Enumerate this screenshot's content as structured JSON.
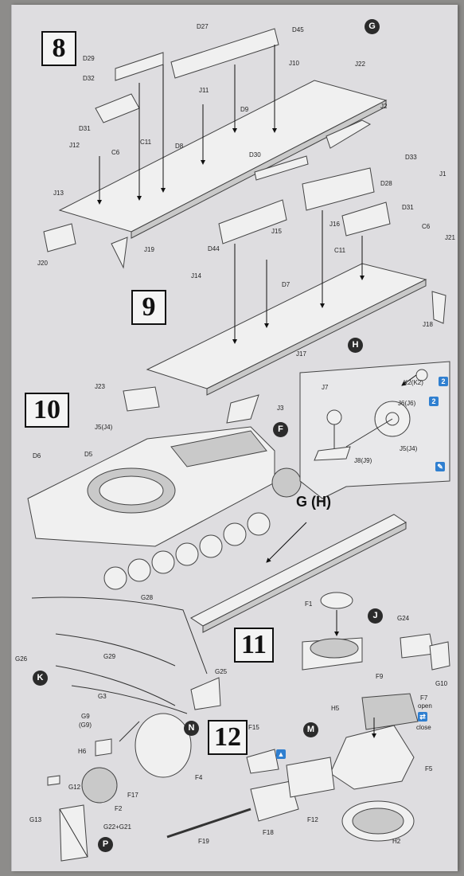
{
  "steps": {
    "s8": "8",
    "s9": "9",
    "s10": "10",
    "s11": "11",
    "s12": "12"
  },
  "circles": {
    "G": "G",
    "H": "H",
    "F": "F",
    "J": "J",
    "K": "K",
    "N": "N",
    "M": "M",
    "P": "P"
  },
  "gh_label": "G (H)",
  "x2a": "2",
  "x2b": "2",
  "open_label": "open",
  "close_label": "close",
  "labels": {
    "D27": "D27",
    "D45": "D45",
    "D29": "D29",
    "D32": "D32",
    "J10": "J10",
    "J22": "J22",
    "J11": "J11",
    "D9": "D9",
    "J2": "J2",
    "D31a": "D31",
    "D8": "D8",
    "C11a": "C11",
    "J12": "J12",
    "C6a": "C6",
    "D30": "D30",
    "D33": "D33",
    "J1": "J1",
    "D28": "D28",
    "J13": "J13",
    "D31b": "D31",
    "J16": "J16",
    "C6b": "C6",
    "D44": "D44",
    "J15": "J15",
    "J19": "J19",
    "J20": "J20",
    "C11b": "C11",
    "J21": "J21",
    "J14": "J14",
    "D7": "D7",
    "J18": "J18",
    "J17": "J17",
    "J23": "J23",
    "J3": "J3",
    "J7": "J7",
    "K2": "K2(K2)",
    "J6": "J6(J6)",
    "J5H": "J5(J4)",
    "J8": "J8(J9)",
    "J5": "J5(J4)",
    "D6": "D6",
    "D5": "D5",
    "G28": "G28",
    "F1": "F1",
    "G24": "G24",
    "G26": "G26",
    "G29": "G29",
    "F9": "F9",
    "G10": "G10",
    "G25": "G25",
    "G3": "G3",
    "G9": "G9",
    "G9b": "(G9)",
    "H5": "H5",
    "F7": "F7",
    "F15": "F15",
    "H6": "H6",
    "F4": "F4",
    "F5": "F5",
    "G12": "G12",
    "F17": "F17",
    "F2": "F2",
    "G13": "G13",
    "G22": "G22+G21",
    "F12": "F12",
    "F18": "F18",
    "H2": "H2",
    "F19": "F19"
  }
}
